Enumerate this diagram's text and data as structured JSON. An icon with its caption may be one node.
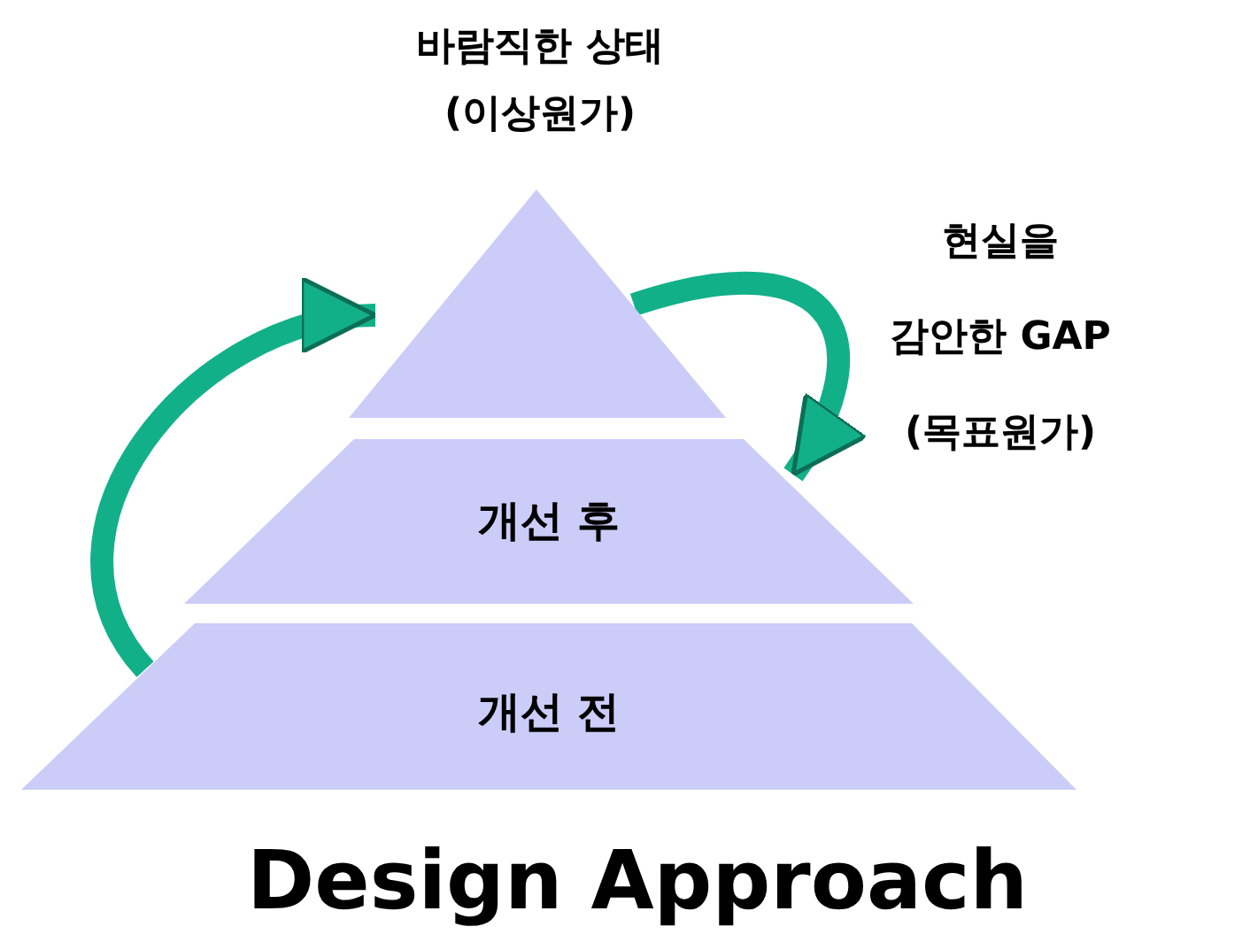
{
  "diagram": {
    "title": "Design Approach",
    "nodes": [
      {
        "text": [
          "바람직한 상태 (이상원가)"
        ]
      },
      {
        "text": [
          "개선 후"
        ]
      },
      {
        "text": [
          "개선 전"
        ]
      }
    ],
    "edges": [
      {
        "from": 2,
        "to": 0,
        "arrow": "to"
      },
      {
        "from": 0,
        "to": 1,
        "arrow": "to",
        "label": "현실을 감안한 GAP (목표원가)"
      }
    ]
  }
}
